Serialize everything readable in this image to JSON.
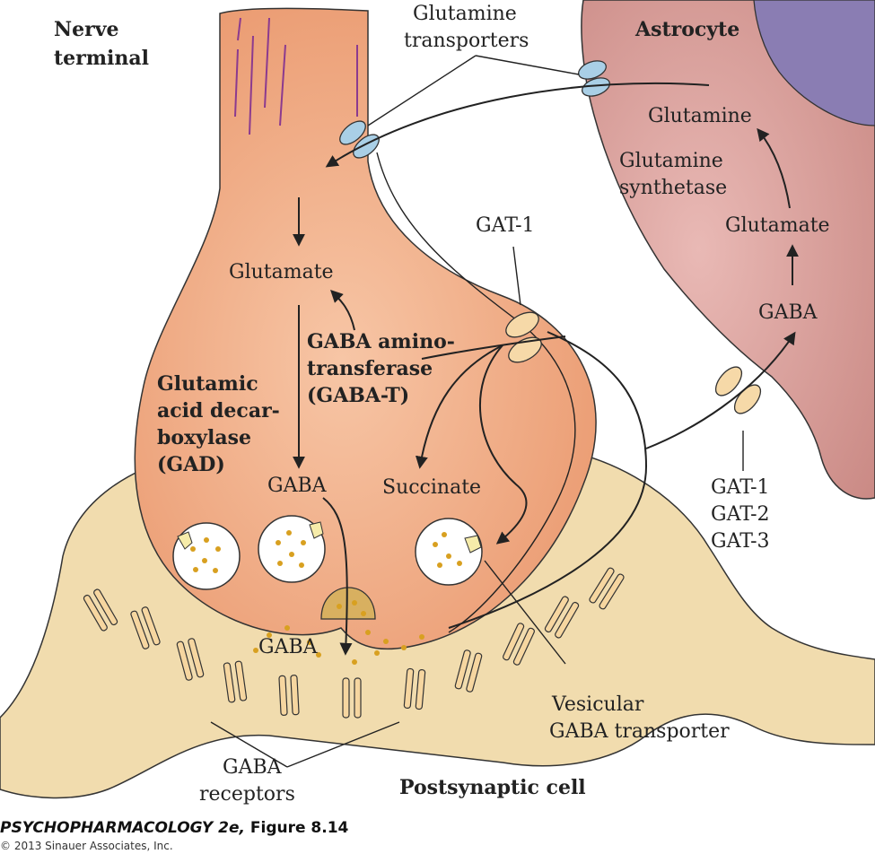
{
  "labels": {
    "nerve_terminal_1": "Nerve",
    "nerve_terminal_2": "terminal",
    "astrocyte": "Astrocyte",
    "glutamine_transporters_1": "Glutamine",
    "glutamine_transporters_2": "transporters",
    "glutamine": "Glutamine",
    "glutamine_synthetase_1": "Glutamine",
    "glutamine_synthetase_2": "synthetase",
    "glutamate_astro": "Glutamate",
    "gaba_astro": "GABA",
    "gat1_top": "GAT-1",
    "glutamate_nerve": "Glutamate",
    "gaba_t_1": "GABA amino-",
    "gaba_t_2": "transferase",
    "gaba_t_3": "(GABA-T)",
    "gad_1": "Glutamic",
    "gad_2": "acid decar-",
    "gad_3": "boxylase",
    "gad_4": "(GAD)",
    "gaba_nerve": "GABA",
    "succinate": "Succinate",
    "gat_list_1": "GAT-1",
    "gat_list_2": "GAT-2",
    "gat_list_3": "GAT-3",
    "gaba_cleft": "GABA",
    "vesicular_1": "Vesicular",
    "vesicular_2": "GABA transporter",
    "gaba_receptors_1": "GABA",
    "gaba_receptors_2": "receptors",
    "postsynaptic": "Postsynaptic cell"
  },
  "caption": {
    "title_italic": "PSYCHOPHARMACOLOGY 2e,",
    "title_rest": " Figure 8.14",
    "copyright": "© 2013 Sinauer Associates, Inc."
  },
  "colors": {
    "nerve_terminal": "#eeaa80",
    "astrocyte": "#d9a3a1",
    "astrocyte_nucleus": "#8a7db3",
    "postsynaptic": "#f1dcae",
    "transporter_blue": "#a9cfe6",
    "transporter_tan": "#f6d9a8",
    "receptor": "#f6d6a0",
    "gaba_dots": "#d8a020"
  }
}
